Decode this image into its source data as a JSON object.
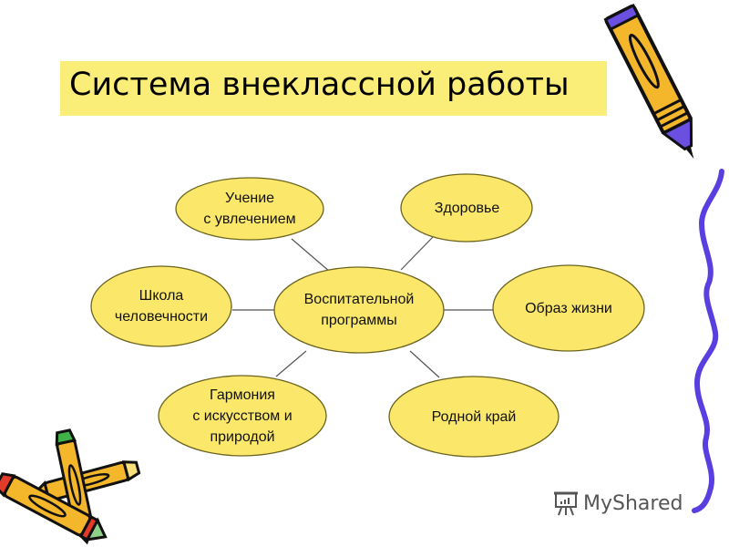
{
  "slide": {
    "title": "Система внеклассной работы",
    "colors": {
      "title_background": "#fbee78",
      "node_fill": "#fbe76a",
      "node_stroke": "#6b6420",
      "connector": "#555555",
      "squiggle": "#5a3fe0"
    }
  },
  "diagram": {
    "center": {
      "label": "Воспитательной\nпрограммы"
    },
    "nodes": [
      {
        "id": "uchenie",
        "label": "Учение\nс увлечением"
      },
      {
        "id": "zdorovie",
        "label": "Здоровье"
      },
      {
        "id": "shkola",
        "label": "Школа\nчеловечности"
      },
      {
        "id": "obraz",
        "label": "Образ жизни"
      },
      {
        "id": "garmonia",
        "label": "Гармония\nс искусством и\nприродой"
      },
      {
        "id": "rodnoy",
        "label": "Родной край"
      }
    ]
  },
  "watermark": {
    "text": "MyShared",
    "icon": "presentation-board-icon"
  },
  "decorations": {
    "top_right": "pencil-icon",
    "bottom_left": "crossed-pencils-icon",
    "right_edge": "squiggle-line"
  }
}
